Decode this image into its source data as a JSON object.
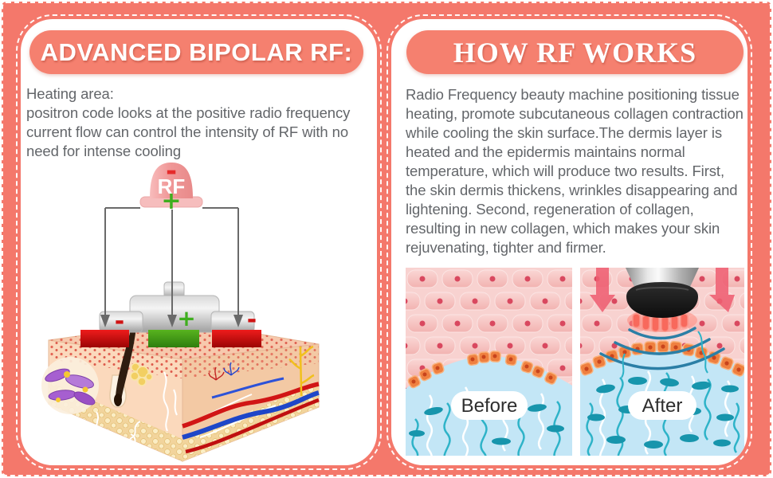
{
  "page": {
    "background_color": "#f4786b",
    "panel_color": "#ffffff",
    "pill_color": "#f5806f"
  },
  "left_panel": {
    "title": "ADVANCED BIPOLAR RF:",
    "heating_label": "Heating area:",
    "description": "positron code looks at the positive radio frequency current flow can control the intensity of RF with no need for intense cooling",
    "diagram": {
      "device_label": "RF",
      "device_top_sign": "-",
      "device_bottom_sign": "+",
      "electrodes": [
        {
          "sign": "-",
          "color": "#d01414"
        },
        {
          "sign": "+",
          "color": "#3fae1f"
        },
        {
          "sign": "-",
          "color": "#d01414"
        }
      ]
    }
  },
  "right_panel": {
    "title": "HOW RF WORKS",
    "description": "Radio Frequency beauty machine positioning tissue heating, promote subcutaneous collagen contraction while cooling the skin surface.The dermis layer is heated and the epidermis maintains normal temperature, which will produce two results. First, the skin dermis thickens, wrinkles disappearing and lightening. Second, regeneration of collagen, resulting in new collagen, which makes your skin rejuvenating, tighter and firmer.",
    "figures": [
      {
        "label": "Before"
      },
      {
        "label": "After"
      }
    ]
  }
}
